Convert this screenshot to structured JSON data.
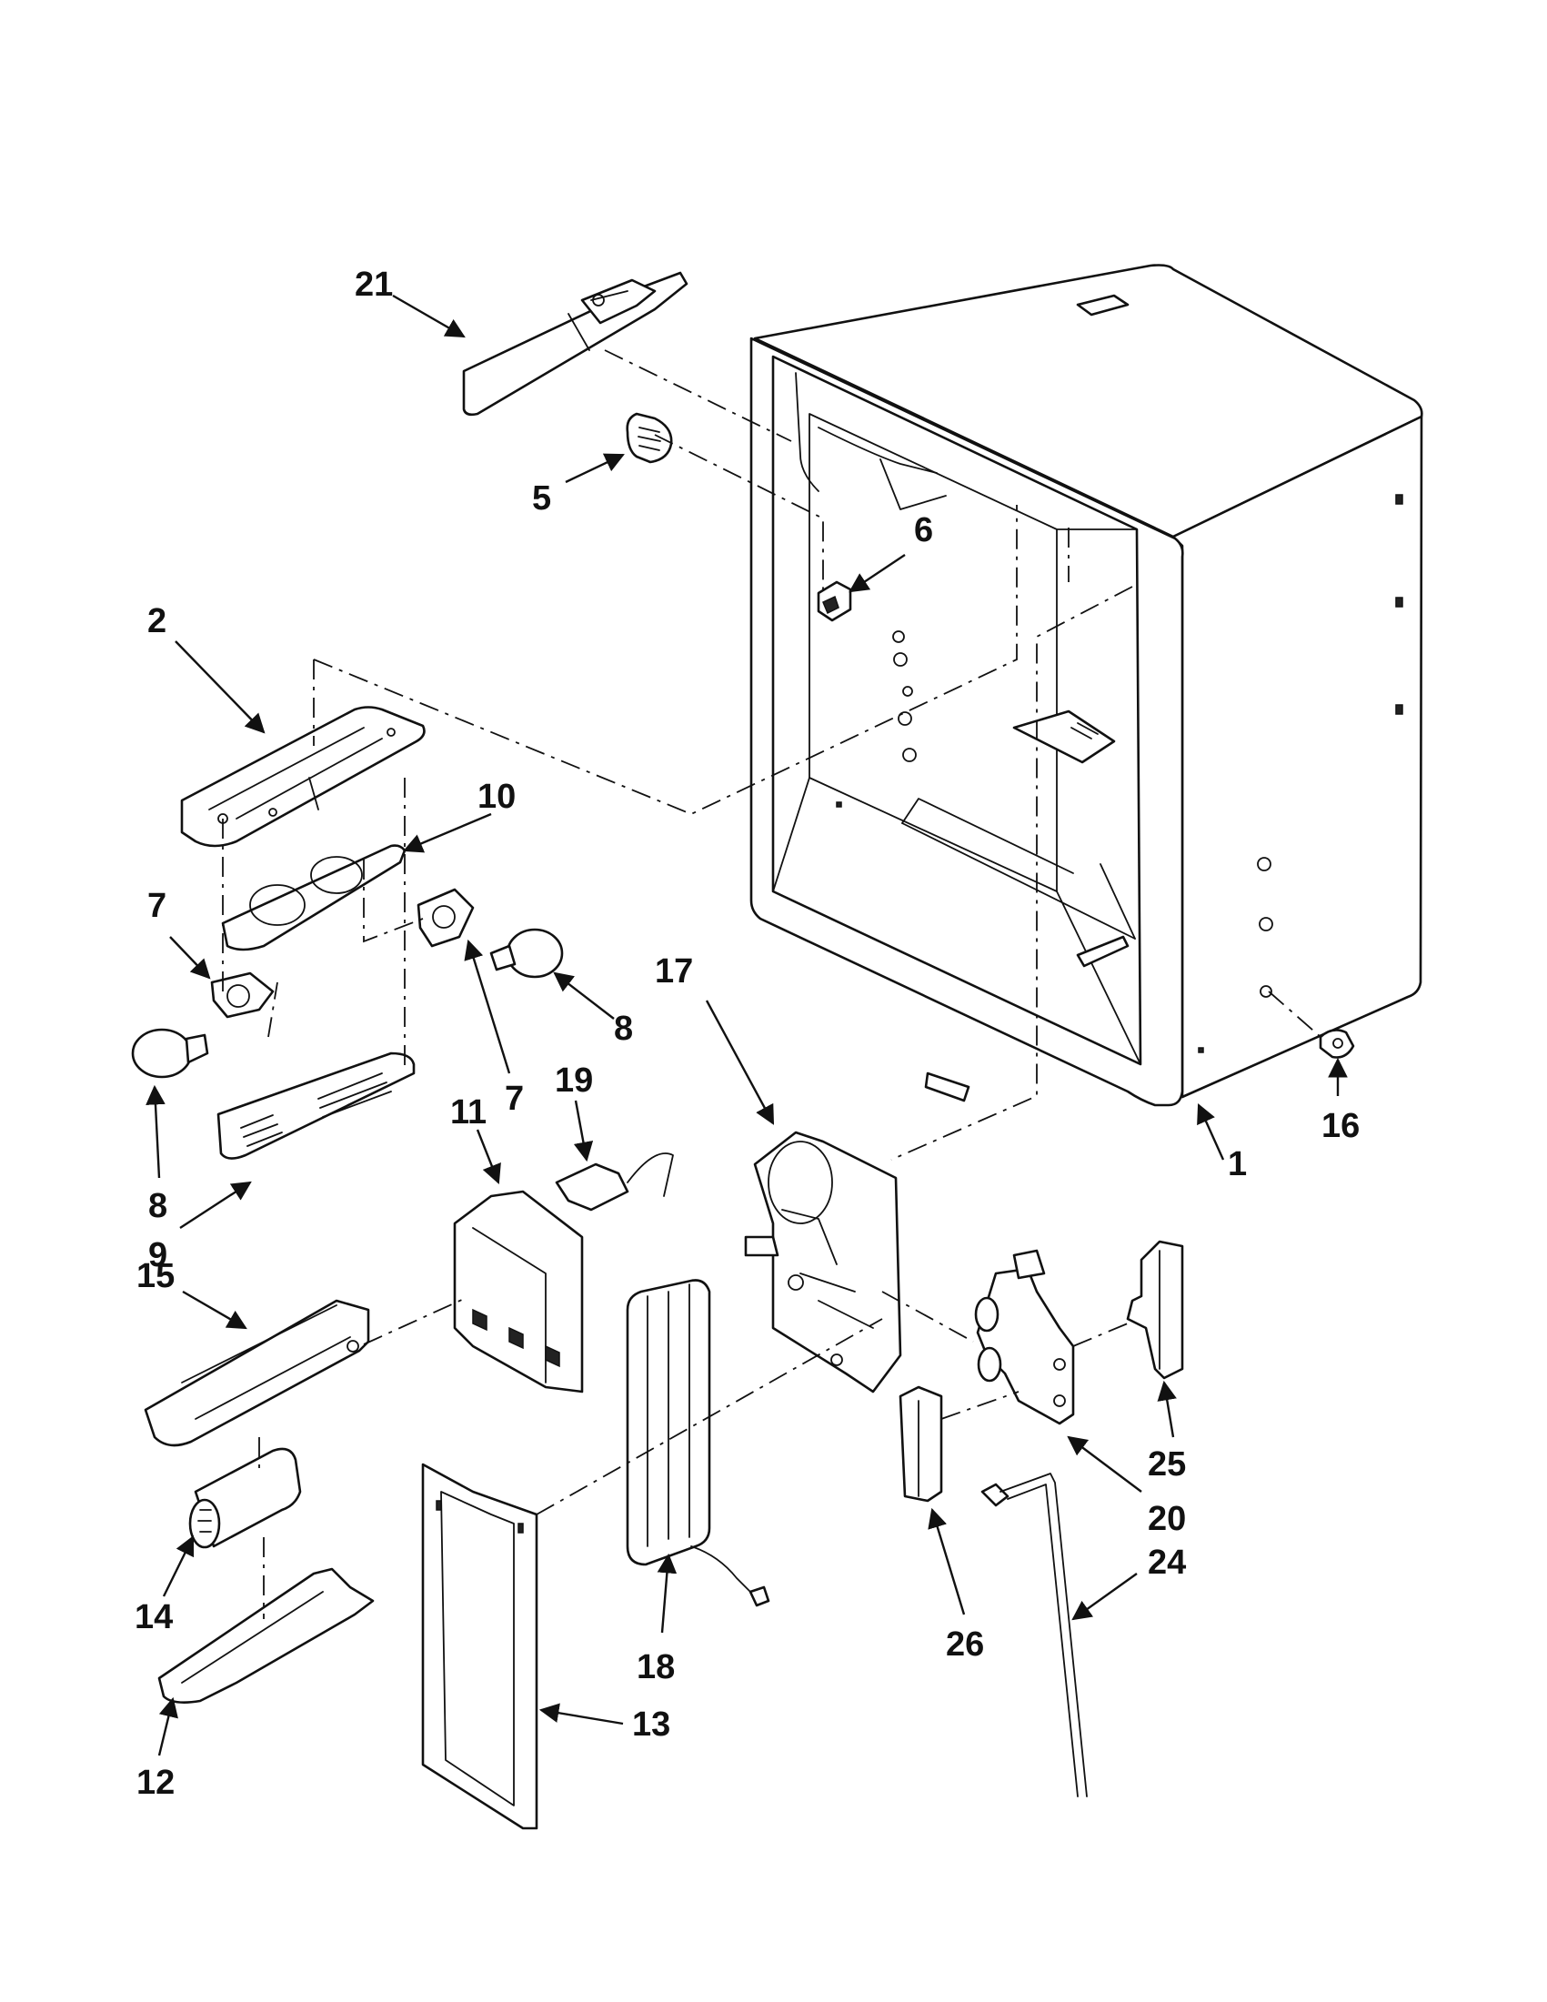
{
  "diagram": {
    "callouts": [
      {
        "id": "c1",
        "label": "1"
      },
      {
        "id": "c2",
        "label": "2"
      },
      {
        "id": "c5",
        "label": "5"
      },
      {
        "id": "c6",
        "label": "6"
      },
      {
        "id": "c7a",
        "label": "7"
      },
      {
        "id": "c7b",
        "label": "7"
      },
      {
        "id": "c8a",
        "label": "8"
      },
      {
        "id": "c8b",
        "label": "8"
      },
      {
        "id": "c9",
        "label": "9"
      },
      {
        "id": "c10",
        "label": "10"
      },
      {
        "id": "c11",
        "label": "11"
      },
      {
        "id": "c12",
        "label": "12"
      },
      {
        "id": "c13",
        "label": "13"
      },
      {
        "id": "c14",
        "label": "14"
      },
      {
        "id": "c15",
        "label": "15"
      },
      {
        "id": "c16",
        "label": "16"
      },
      {
        "id": "c17",
        "label": "17"
      },
      {
        "id": "c18",
        "label": "18"
      },
      {
        "id": "c19",
        "label": "19"
      },
      {
        "id": "c20",
        "label": "20"
      },
      {
        "id": "c21",
        "label": "21"
      },
      {
        "id": "c24",
        "label": "24"
      },
      {
        "id": "c25",
        "label": "25"
      },
      {
        "id": "c26",
        "label": "26"
      }
    ]
  }
}
